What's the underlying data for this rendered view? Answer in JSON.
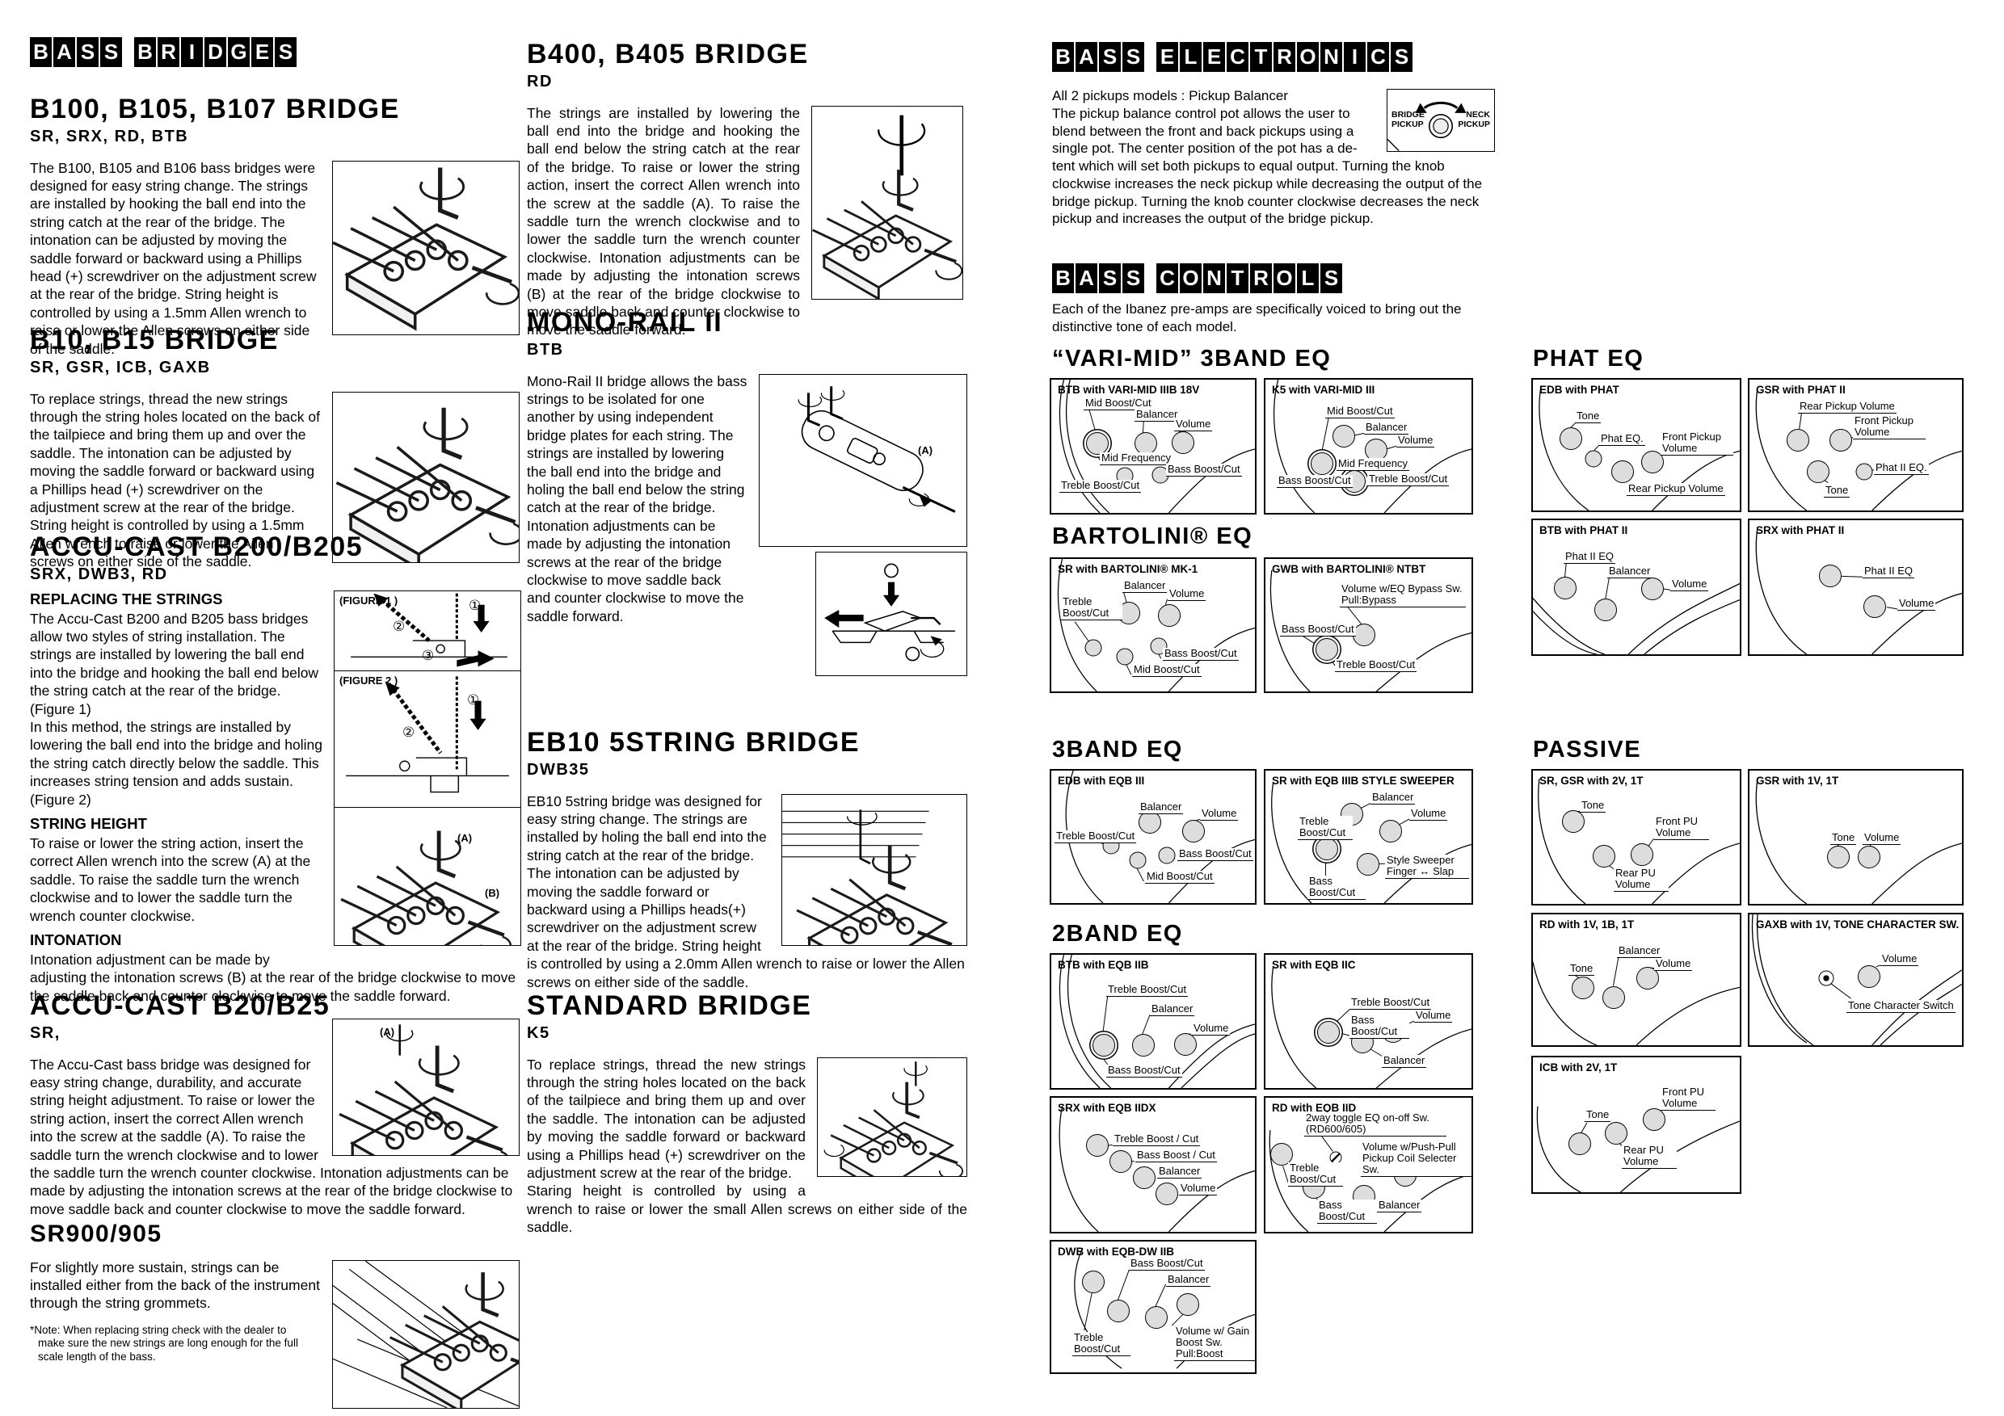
{
  "left": {
    "title": "BASS BRIDGES",
    "b100": {
      "heading": "B100, B105, B107 BRIDGE",
      "models": "SR, SRX, RD, BTB",
      "body": "The B100, B105 and B106 bass bridges were designed for easy string change. The strings are installed by hooking the ball end into the string catch at the rear of the bridge. The intonation can be adjusted by moving the saddle forward or backward using a Phillips head (+) screwdriver on the adjustment screw at the rear of the bridge. String height is controlled by using a 1.5mm Allen wrench to raise or lower the Allen screws on either side of the saddle."
    },
    "b10": {
      "heading": "B10, B15 BRIDGE",
      "models": "SR, GSR, ICB, GAXB",
      "body": "To replace strings, thread the new strings through the string holes located on the back of the tailpiece and bring them up and over the saddle. The intonation can be adjusted by moving the saddle forward or backward using a Phillips head (+) screwdriver on the adjustment screw at the rear of the bridge. String height is controlled by using a 1.5mm Allen wrench to raise or lower the Allen screws on either side of the saddle."
    },
    "b200": {
      "heading": "ACCU-CAST B200/B205",
      "models": "SRX, DWB3, RD",
      "replacing": "REPLACING THE STRINGS",
      "body1": "The Accu-Cast B200 and B205 bass bridges allow two styles of string installation. The strings are installed by lowering the ball end into the bridge and hooking the ball end below the string catch at the rear of the bridge. (Figure 1)",
      "body2": "In this method, the strings are installed by lowering the ball end into the bridge and holing the string catch directly below the saddle. This increases string tension and adds sustain. (Figure 2)",
      "stringheight": "STRING HEIGHT",
      "body3": "To raise or lower the string action, insert the correct Allen wrench into the screw (A) at the saddle. To raise the saddle turn the wrench clockwise and to lower the saddle turn the wrench counter clockwise.",
      "intonation": "INTONATION",
      "body4": "Intonation adjustment can be made by adjusting the intonation screws (B) at the rear of the bridge clockwise to move the saddle back and counter clockwise to move the saddle forward.",
      "fig1": "(FIGURE 1 )",
      "fig2": "(FIGURE 2 )",
      "n1": "①",
      "n2": "②",
      "n3": "③",
      "a": "(A)",
      "b": "(B)"
    },
    "b20": {
      "heading": "ACCU-CAST B20/B25",
      "models": "SR,",
      "body": "The Accu-Cast bass bridge was designed for easy string change, durability, and accurate string height adjustment. To raise or lower the string action, insert the correct Allen wrench into the screw at the saddle (A). To raise the saddle turn the wrench clockwise and to lower the saddle turn the wrench counter clockwise. Intonation adjustments can be made by adjusting the intonation screws at the rear of the bridge clockwise to move saddle back and counter clockwise to move the saddle forward.",
      "a": "(A)"
    },
    "sr900": {
      "heading": "SR900/905",
      "body": "For slightly more sustain, strings can be installed either from the back of the instrument through the string grommets.",
      "note": "*Note: When replacing string check with the dealer to make sure the new strings are long enough for the full scale length of the bass."
    }
  },
  "middle": {
    "b400": {
      "heading": "B400, B405 BRIDGE",
      "models": "RD",
      "body": "The strings are installed by lowering the ball end into the bridge and hooking the ball end below the string catch at the rear of the bridge. To raise or lower the string action, insert the correct Allen wrench into the screw at the saddle (A). To raise the saddle turn the wrench clockwise and to lower the saddle turn the wrench counter clockwise. Intonation adjustments can be made by adjusting the intonation screws (B) at the rear of the bridge clockwise to move saddle back and counter clockwise to move the saddle forward."
    },
    "monorail": {
      "heading": "MONO-RAIL II",
      "models": "BTB",
      "body": "Mono-Rail II bridge allows the bass strings to be isolated for one another by using independent bridge plates for each string. The strings are installed by lowering the ball end into the bridge and holing the ball end below the string catch at the rear of the bridge. Intonation adjustments can be made by adjusting the intonation screws at the rear of the bridge clockwise to move saddle back and counter clockwise to move the saddle forward.",
      "a": "(A)"
    },
    "eb10": {
      "heading": "EB10 5STRING BRIDGE",
      "models": "DWB35",
      "body": "EB10 5string bridge was designed for easy string change. The strings are installed by holing the ball end into the string catch at the rear of the bridge. The intonation can be adjusted by moving the saddle forward or backward using a Phillips heads(+) screwdriver on the adjustment screw at the rear of the bridge. String height is controlled by using a 2.0mm Allen wrench to raise or lower the Allen screws on either side of the saddle."
    },
    "standard": {
      "heading": "STANDARD BRIDGE",
      "models": "K5",
      "body1": "To replace strings, thread the new strings through the string holes located on the back of the tailpiece and bring them up and over the saddle. The intonation can be adjusted by moving the saddle forward or backward using a Phillips head (+) screwdriver on the adjustment screw at the rear of the bridge.",
      "body2": "Staring height is controlled by using a wrench to raise or lower the small Allen screws on either side of the saddle."
    }
  },
  "electronics": {
    "title": "BASS ELECTRONICS",
    "intro": "All 2 pickups models : Pickup Balancer",
    "body": "The pickup balance control pot allows the user to blend between the front and back pickups using a single pot. The center position of the pot has a de-tent which will set both pickups to equal output. Turning the knob clockwise increases the neck pickup while decreasing the output of the bridge pickup. Turning the knob counter clockwise decreases the neck pickup and increases the output of the bridge pickup.",
    "bridge_label": "BRIDGE\nPICKUP",
    "neck_label": "NECK\nPICKUP"
  },
  "controls": {
    "title": "BASS CONTROLS",
    "body": "Each of the Ibanez pre-amps are specifically voiced to bring out the distinctive tone of each model.",
    "varimid": {
      "heading": "“VARI-MID” 3BAND EQ",
      "panels": [
        {
          "title": "BTB with VARI-MID IIIB 18V",
          "labels": [
            "Mid Boost/Cut",
            "Balancer",
            "Volume",
            "Mid Frequency",
            "Bass Boost/Cut",
            "Treble Boost/Cut"
          ]
        },
        {
          "title": "K5 with VARI-MID III",
          "labels": [
            "Mid Boost/Cut",
            "Balancer",
            "Volume",
            "Mid Frequency",
            "Bass Boost/Cut",
            "Treble Boost/Cut"
          ]
        }
      ]
    },
    "bartolini": {
      "heading": "BARTOLINI® EQ",
      "panels": [
        {
          "title": "SR with BARTOLINI® MK-1",
          "labels": [
            "Balancer",
            "Volume",
            "Treble Boost/Cut",
            "Bass Boost/Cut",
            "Mid Boost/Cut"
          ]
        },
        {
          "title": "GWB with BARTOLINI® NTBT",
          "labels": [
            "Volume w/EQ Bypass Sw. Pull:Bypass",
            "Bass Boost/Cut",
            "Treble Boost/Cut"
          ]
        }
      ]
    },
    "band3": {
      "heading": "3BAND EQ",
      "panels": [
        {
          "title": "EDB with EQB III",
          "labels": [
            "Balancer",
            "Volume",
            "Treble Boost/Cut",
            "Bass Boost/Cut",
            "Mid Boost/Cut"
          ]
        },
        {
          "title": "SR with EQB IIIB STYLE SWEEPER",
          "labels": [
            "Balancer",
            "Volume",
            "Treble Boost/Cut",
            "Style Sweeper Finger ↔ Slap",
            "Bass Boost/Cut"
          ]
        }
      ]
    },
    "band2": {
      "heading": "2BAND EQ",
      "panels": [
        {
          "title": "BTB with EQB IIB",
          "labels": [
            "Treble Boost/Cut",
            "Balancer",
            "Volume",
            "Bass Boost/Cut"
          ]
        },
        {
          "title": "SR with EQB IIC",
          "labels": [
            "Treble Boost/Cut",
            "Bass Boost/Cut",
            "Volume",
            "Balancer"
          ]
        },
        {
          "title": "SRX with EQB IIDX",
          "labels": [
            "Treble Boost / Cut",
            "Bass Boost / Cut",
            "Balancer",
            "Volume"
          ]
        },
        {
          "title": "RD with EQB IID",
          "labels": [
            "2way toggle EQ on-off Sw. (RD600/605)",
            "Volume w/Push-Pull Pickup Coil Selecter Sw.",
            "Treble Boost/Cut",
            "Bass Boost/Cut",
            "Balancer"
          ]
        },
        {
          "title": "DWB with EQB-DW IIB",
          "labels": [
            "Bass Boost/Cut",
            "Balancer",
            "Treble Boost/Cut",
            "Volume w/ Gain Boost Sw. Pull:Boost"
          ]
        }
      ]
    },
    "phat": {
      "heading": "PHAT EQ",
      "panels": [
        {
          "title": "EDB with PHAT",
          "labels": [
            "Tone",
            "Phat EQ.",
            "Front Pickup Volume",
            "Rear Pickup Volume"
          ]
        },
        {
          "title": "GSR with PHAT II",
          "labels": [
            "Rear Pickup Volume",
            "Front Pickup Volume",
            "Phat II EQ.",
            "Tone"
          ]
        },
        {
          "title": "BTB with PHAT II",
          "labels": [
            "Phat II EQ",
            "Balancer",
            "Volume"
          ]
        },
        {
          "title": "SRX with PHAT II",
          "labels": [
            "Phat II EQ",
            "Volume"
          ]
        }
      ]
    },
    "passive": {
      "heading": "PASSIVE",
      "panels": [
        {
          "title": "SR, GSR with 2V, 1T",
          "labels": [
            "Tone",
            "Front PU Volume",
            "Rear PU Volume"
          ]
        },
        {
          "title": "GSR with 1V, 1T",
          "labels": [
            "Tone",
            "Volume"
          ]
        },
        {
          "title": "RD with 1V, 1B, 1T",
          "labels": [
            "Tone",
            "Balancer",
            "Volume"
          ]
        },
        {
          "title": "GAXB with 1V, TONE CHARACTER SW.",
          "labels": [
            "Volume",
            "Tone Character Switch"
          ]
        },
        {
          "title": "ICB with 2V, 1T",
          "labels": [
            "Tone",
            "Front PU Volume",
            "Rear PU Volume"
          ]
        }
      ]
    }
  }
}
